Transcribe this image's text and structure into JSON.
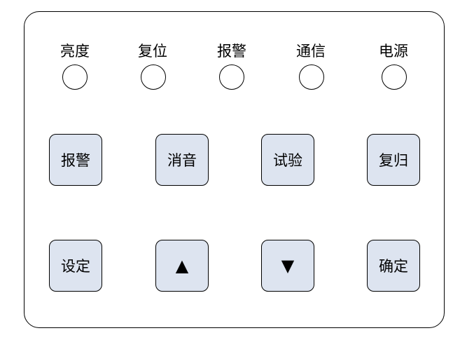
{
  "indicators": [
    {
      "label": "亮度"
    },
    {
      "label": "复位"
    },
    {
      "label": "报警"
    },
    {
      "label": "通信"
    },
    {
      "label": "电源"
    }
  ],
  "buttons_row1": [
    {
      "label": "报警"
    },
    {
      "label": "消音"
    },
    {
      "label": "试验"
    },
    {
      "label": "复归"
    }
  ],
  "buttons_row2": [
    {
      "label": "设定"
    },
    {
      "label": "▲",
      "icon": "up-triangle-icon"
    },
    {
      "label": "▼",
      "icon": "down-triangle-icon"
    },
    {
      "label": "确定"
    }
  ],
  "colors": {
    "button_fill": "#dde4f0",
    "outline": "#000000",
    "background": "#ffffff"
  }
}
